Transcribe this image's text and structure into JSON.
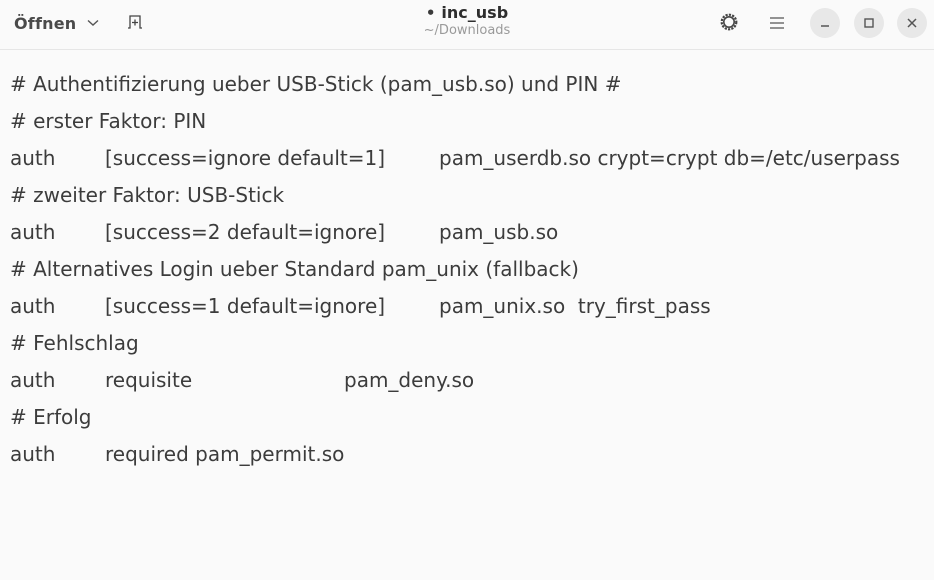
{
  "header": {
    "open_label": "Öffnen",
    "open_menu_icon": "chevron-down-icon",
    "new_tab_icon": "new-tab-icon",
    "modified_indicator": "•",
    "title": "inc_usb",
    "subtitle": "~/Downloads",
    "settings_icon": "gear-icon",
    "menu_icon": "hamburger-menu-icon",
    "minimize_icon": "minimize-icon",
    "maximize_icon": "maximize-icon",
    "close_icon": "close-icon"
  },
  "editor": {
    "lines": [
      {
        "type": "comment",
        "text": "# Authentifizierung ueber USB-Stick (pam_usb.so) und PIN #"
      },
      {
        "type": "comment",
        "text": "# erster Faktor: PIN"
      },
      {
        "type": "rule",
        "cols": [
          "auth",
          "[success=ignore default=1]",
          "pam_userdb.so crypt=crypt db=/etc/userpass"
        ]
      },
      {
        "type": "comment",
        "text": "# zweiter Faktor: USB-Stick"
      },
      {
        "type": "rule",
        "cols": [
          "auth",
          "[success=2 default=ignore]",
          "pam_usb.so"
        ]
      },
      {
        "type": "comment",
        "text": "# Alternatives Login ueber Standard pam_unix (fallback)"
      },
      {
        "type": "rule",
        "cols": [
          "auth",
          "[success=1 default=ignore]",
          "pam_unix.so  try_first_pass"
        ]
      },
      {
        "type": "comment",
        "text": "# Fehlschlag"
      },
      {
        "type": "rule",
        "cols": [
          "auth",
          "requisite",
          "pam_deny.so"
        ]
      },
      {
        "type": "comment",
        "text": "# Erfolg"
      },
      {
        "type": "rule",
        "cols": [
          "auth",
          "required pam_permit.so",
          ""
        ]
      }
    ]
  }
}
